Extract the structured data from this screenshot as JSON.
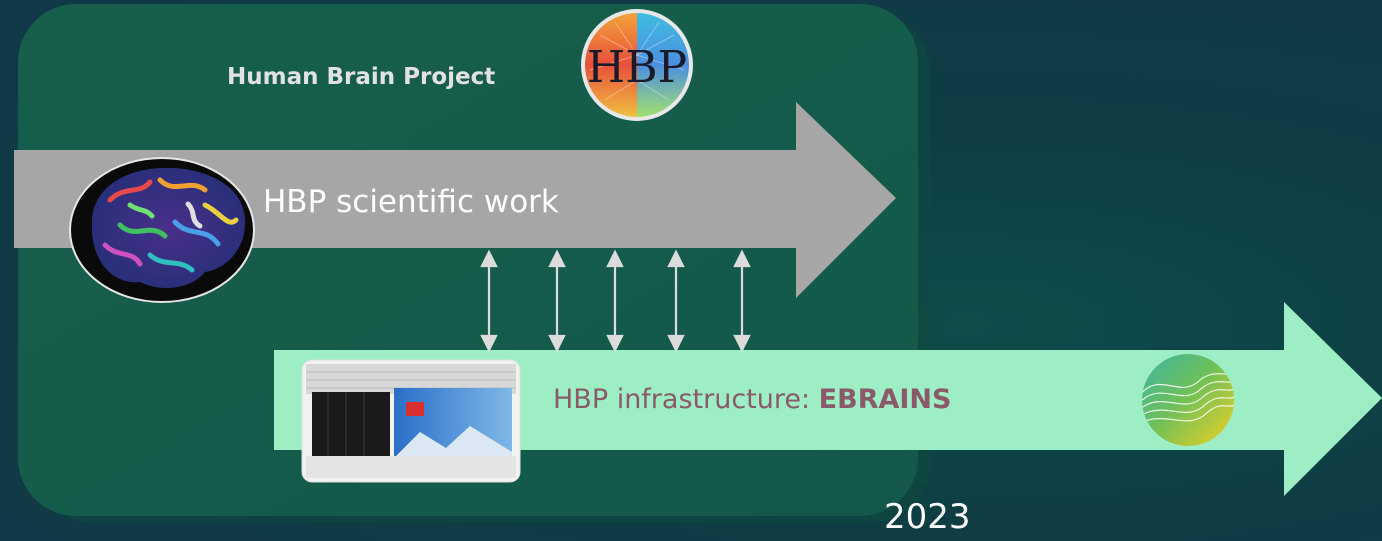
{
  "project": {
    "title": "Human Brain Project",
    "logo_letters": "HBP"
  },
  "tracks": {
    "science": {
      "label": "HBP scientific work"
    },
    "infrastructure": {
      "label_prefix": "HBP infrastructure: ",
      "label_bold": "EBRAINS"
    }
  },
  "connections": {
    "count": 5,
    "style": "double-headed-arrow"
  },
  "timeline": {
    "year": "2023"
  },
  "colors": {
    "background": "#0f4545",
    "project_panel": "#165c4a",
    "science_arrow": "#a7a7a7",
    "infrastructure_arrow": "#9eeec4",
    "connector": "#d9d9d9"
  },
  "icons": {
    "hbp_logo": "hbp-polyhedron-logo",
    "brain_image": "brain-map-icon",
    "supercomputer_image": "supercomputer-icon",
    "ebrains_logo": "ebrains-logo"
  }
}
